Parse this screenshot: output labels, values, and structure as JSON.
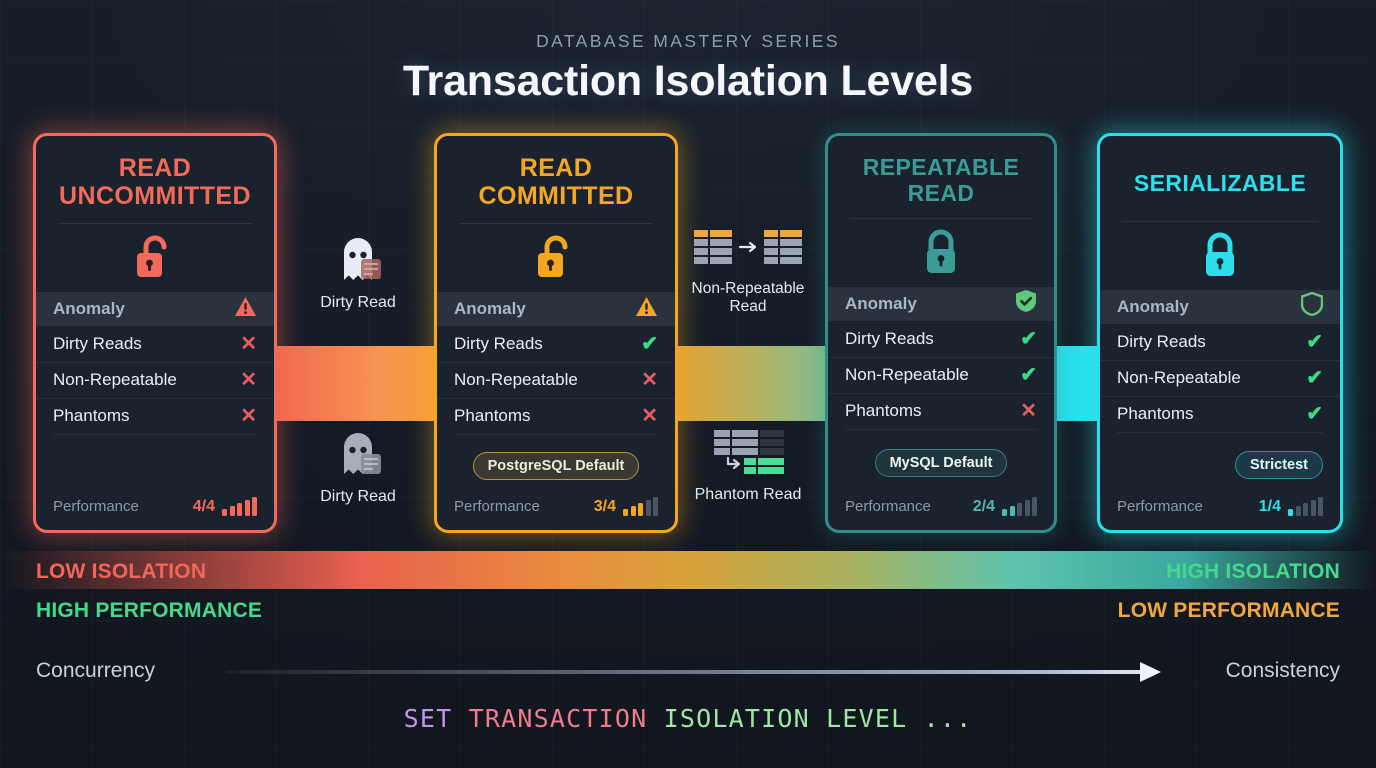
{
  "header": {
    "kicker": "DATABASE MASTERY SERIES",
    "title": "Transaction Isolation Levels"
  },
  "row_labels": {
    "anomaly": "Anomaly",
    "dirty_reads": "Dirty Reads",
    "non_repeatable": "Non-Repeatable",
    "phantoms": "Phantoms",
    "performance": "Performance"
  },
  "marks": {
    "cross": "✕",
    "check": "✔"
  },
  "cards": [
    {
      "name": "read-uncommitted",
      "title_line1": "READ",
      "title_line2": "UNCOMMITTED",
      "accent": "#f26a5a",
      "lock_icon": "open-lock-icon",
      "anomaly_icon": "warning-triangle-icon",
      "dirty_reads": "✕",
      "non_repeatable": "✕",
      "phantoms": "✕",
      "badge": "",
      "perf_label": "Performance",
      "perf_score": "4/4",
      "perf_filled": 4
    },
    {
      "name": "read-committed",
      "title_line1": "READ",
      "title_line2": "COMMITTED",
      "accent": "#f5a623",
      "lock_icon": "open-lock-icon",
      "anomaly_icon": "warning-triangle-icon",
      "dirty_reads": "✔",
      "non_repeatable": "✕",
      "phantoms": "✕",
      "badge": "PostgreSQL Default",
      "perf_label": "Performance",
      "perf_score": "3/4",
      "perf_filled": 3
    },
    {
      "name": "repeatable-read",
      "title_line1": "REPEATABLE",
      "title_line2": "READ",
      "accent": "#3b9b96",
      "lock_icon": "closed-lock-icon",
      "anomaly_icon": "shield-check-icon",
      "dirty_reads": "✔",
      "non_repeatable": "✔",
      "phantoms": "✕",
      "badge": "MySQL Default",
      "perf_label": "Performance",
      "perf_score": "2/4",
      "perf_filled": 2
    },
    {
      "name": "serializable",
      "title_line1": "SERIALIZABLE",
      "title_line2": "",
      "accent": "#2ae0ec",
      "lock_icon": "closed-lock-icon",
      "anomaly_icon": "shield-icon",
      "dirty_reads": "✔",
      "non_repeatable": "✔",
      "phantoms": "✔",
      "badge": "Strictest",
      "perf_label": "Performance",
      "perf_score": "1/4",
      "perf_filled": 1
    }
  ],
  "annotations": [
    {
      "name": "dirty-read-top",
      "icon": "ghost-icon",
      "label": "Dirty Read"
    },
    {
      "name": "dirty-read-bottom",
      "icon": "ghost-icon",
      "label": "Dirty Read"
    },
    {
      "name": "non-repeatable-read",
      "icon": "two-tables-arrow-icon",
      "label": "Non-Repeatable\nRead",
      "label_l1": "Non-Repeatable",
      "label_l2": "Read"
    },
    {
      "name": "phantom-read",
      "icon": "table-new-row-icon",
      "label": "Phantom Read"
    }
  ],
  "spectrum": {
    "low_isolation": "LOW ISOLATION",
    "high_isolation": "HIGH ISOLATION",
    "high_performance": "HIGH PERFORMANCE",
    "low_performance": "LOW PERFORMANCE",
    "colors": {
      "low_isolation": "#f2665a",
      "high_isolation": "#46d98b",
      "high_performance": "#46d98b",
      "low_performance": "#f0a83c"
    }
  },
  "axis": {
    "left": "Concurrency",
    "right": "Consistency",
    "arrow_icon": "right-arrow-icon"
  },
  "sql": {
    "keyword1": "SET",
    "keyword2": "TRANSACTION",
    "keyword3": "ISOLATION LEVEL ..."
  }
}
